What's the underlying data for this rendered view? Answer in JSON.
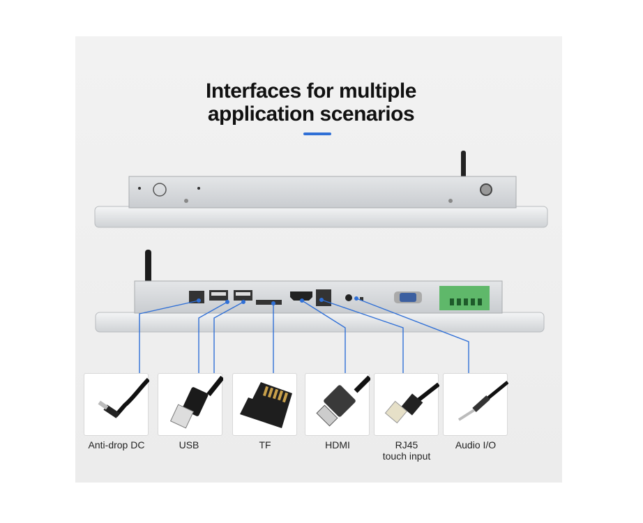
{
  "title": {
    "line1": "Interfaces for multiple",
    "line2": "application scenarios"
  },
  "accent_color": "#2f6fd6",
  "interfaces": [
    {
      "label": "Anti-drop DC",
      "icon": "dc-plug-icon"
    },
    {
      "label": "USB",
      "icon": "usb-plug-icon"
    },
    {
      "label": "TF",
      "icon": "tf-card-icon"
    },
    {
      "label": "HDMI",
      "icon": "hdmi-plug-icon"
    },
    {
      "label": "RJ45",
      "sublabel": "touch input",
      "icon": "rj45-plug-icon"
    },
    {
      "label": "Audio I/O",
      "icon": "audio-jack-icon"
    }
  ]
}
